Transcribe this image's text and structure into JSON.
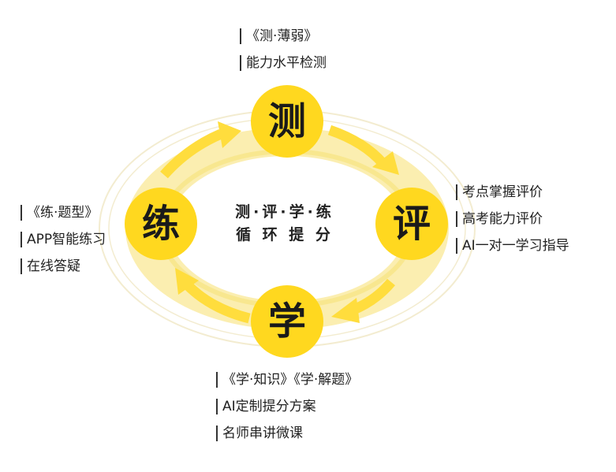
{
  "colors": {
    "node": "#ffd81f",
    "ring": "#fbeeb0",
    "ring_inner": "#f7e27a",
    "arrow": "#ffdd3d",
    "orbit": "#f3ecd0",
    "text": "#222222"
  },
  "nodes": {
    "top": "测",
    "right": "评",
    "bottom": "学",
    "left": "练"
  },
  "center": {
    "line1": "测·评·学·练",
    "line2": "循 环 提 分"
  },
  "labels": {
    "top": [
      "《测·薄弱》",
      "能力水平检测"
    ],
    "right": [
      "考点掌握评价",
      "高考能力评价",
      "AI一对一学习指导"
    ],
    "bottom": [
      "《学·知识》《学·解题》",
      "AI定制提分方案",
      "名师串讲微课"
    ],
    "left": [
      "《练·题型》",
      "APP智能练习",
      "在线答疑"
    ]
  }
}
